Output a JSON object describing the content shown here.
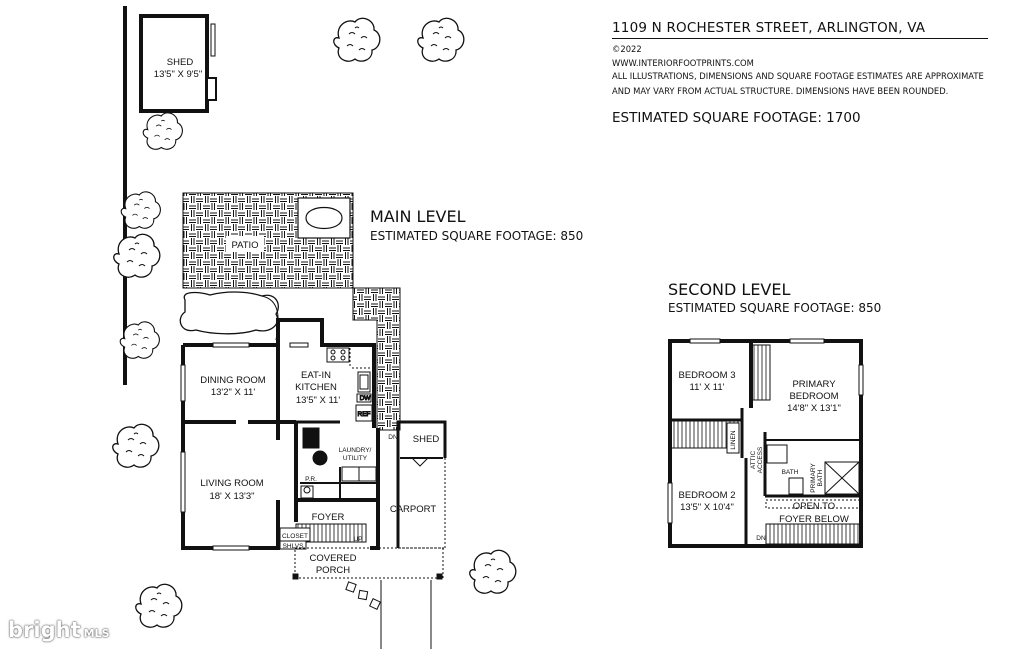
{
  "header": {
    "address": "1109 N ROCHESTER STREET, ARLINGTON, VA",
    "copyright": "©2022",
    "website": "WWW.INTERIORFOOTPRINTS.COM",
    "disclaimer_line1": "ALL ILLUSTRATIONS, DIMENSIONS AND SQUARE FOOTAGE ESTIMATES ARE APPROXIMATE",
    "disclaimer_line2": "AND MAY VARY FROM ACTUAL STRUCTURE. DIMENSIONS HAVE BEEN ROUNDED.",
    "total_sqft": "ESTIMATED SQUARE FOOTAGE: 1700"
  },
  "main_level": {
    "title": "MAIN LEVEL",
    "sqft": "ESTIMATED SQUARE FOOTAGE: 850",
    "rooms": {
      "shed_yard": {
        "name": "SHED",
        "dims": "13'5\" X 9'5\""
      },
      "patio": {
        "name": "PATIO"
      },
      "dining": {
        "name": "DINING ROOM",
        "dims": "13'2\" X 11'"
      },
      "kitchen": {
        "name1": "EAT-IN",
        "name2": "KITCHEN",
        "dims": "13'5\" X 11'"
      },
      "living": {
        "name": "LIVING ROOM",
        "dims": "18' X 13'3\""
      },
      "laundry": {
        "name1": "LAUNDRY/",
        "name2": "UTILITY"
      },
      "pr": {
        "name": "P.R."
      },
      "foyer": {
        "name": "FOYER"
      },
      "closet": {
        "name": "CLOSET"
      },
      "shelves": {
        "name": "SHLVS"
      },
      "shed_carport": {
        "name": "SHED"
      },
      "carport": {
        "name": "CARPORT"
      },
      "porch": {
        "name1": "COVERED",
        "name2": "PORCH"
      },
      "dw": {
        "name": "DW"
      },
      "ref": {
        "name": "REF"
      },
      "dn": {
        "name": "DN"
      },
      "up": {
        "name": "UP"
      }
    }
  },
  "second_level": {
    "title": "SECOND LEVEL",
    "sqft": "ESTIMATED SQUARE FOOTAGE: 850",
    "rooms": {
      "bedroom3": {
        "name": "BEDROOM 3",
        "dims": "11' X 11'"
      },
      "primary": {
        "name1": "PRIMARY",
        "name2": "BEDROOM",
        "dims": "14'8\" X 13'1\""
      },
      "linen": {
        "name": "LINEN"
      },
      "attic": {
        "name1": "ATTIC",
        "name2": "ACCESS"
      },
      "bath": {
        "name": "BATH"
      },
      "primary_bath": {
        "name1": "PRIMARY",
        "name2": "BATH"
      },
      "bedroom2": {
        "name": "BEDROOM 2",
        "dims": "13'5\" X 10'4\""
      },
      "open": {
        "name1": "OPEN TO",
        "name2": "FOYER BELOW"
      },
      "dn": {
        "name": "DN"
      }
    }
  },
  "watermark": {
    "brand": "bright",
    "suffix": "MLS"
  },
  "icons": [
    "tree-icon",
    "bright-mls-logo"
  ]
}
